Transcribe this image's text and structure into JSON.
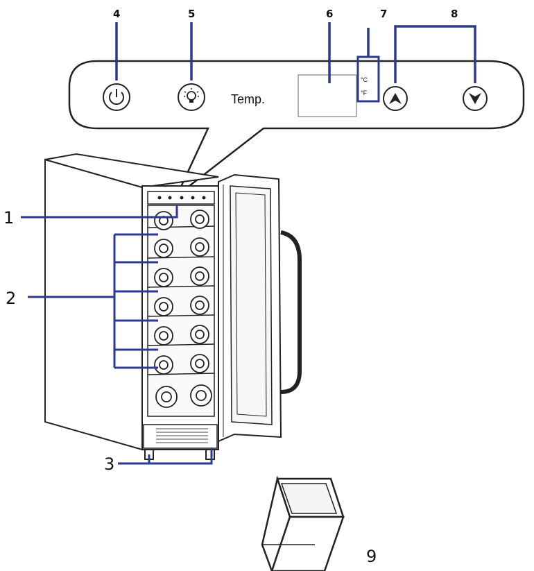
{
  "panel": {
    "temp_label": "Temp.",
    "unit_c": "°C",
    "unit_f": "°F"
  },
  "callouts": {
    "n1": "1",
    "n2": "2",
    "n3": "3",
    "n4": "4",
    "n5": "5",
    "n6": "6",
    "n7": "7",
    "n8": "8",
    "n9": "9"
  },
  "colors": {
    "leader": "#2b3a8f",
    "outline": "#222222"
  }
}
